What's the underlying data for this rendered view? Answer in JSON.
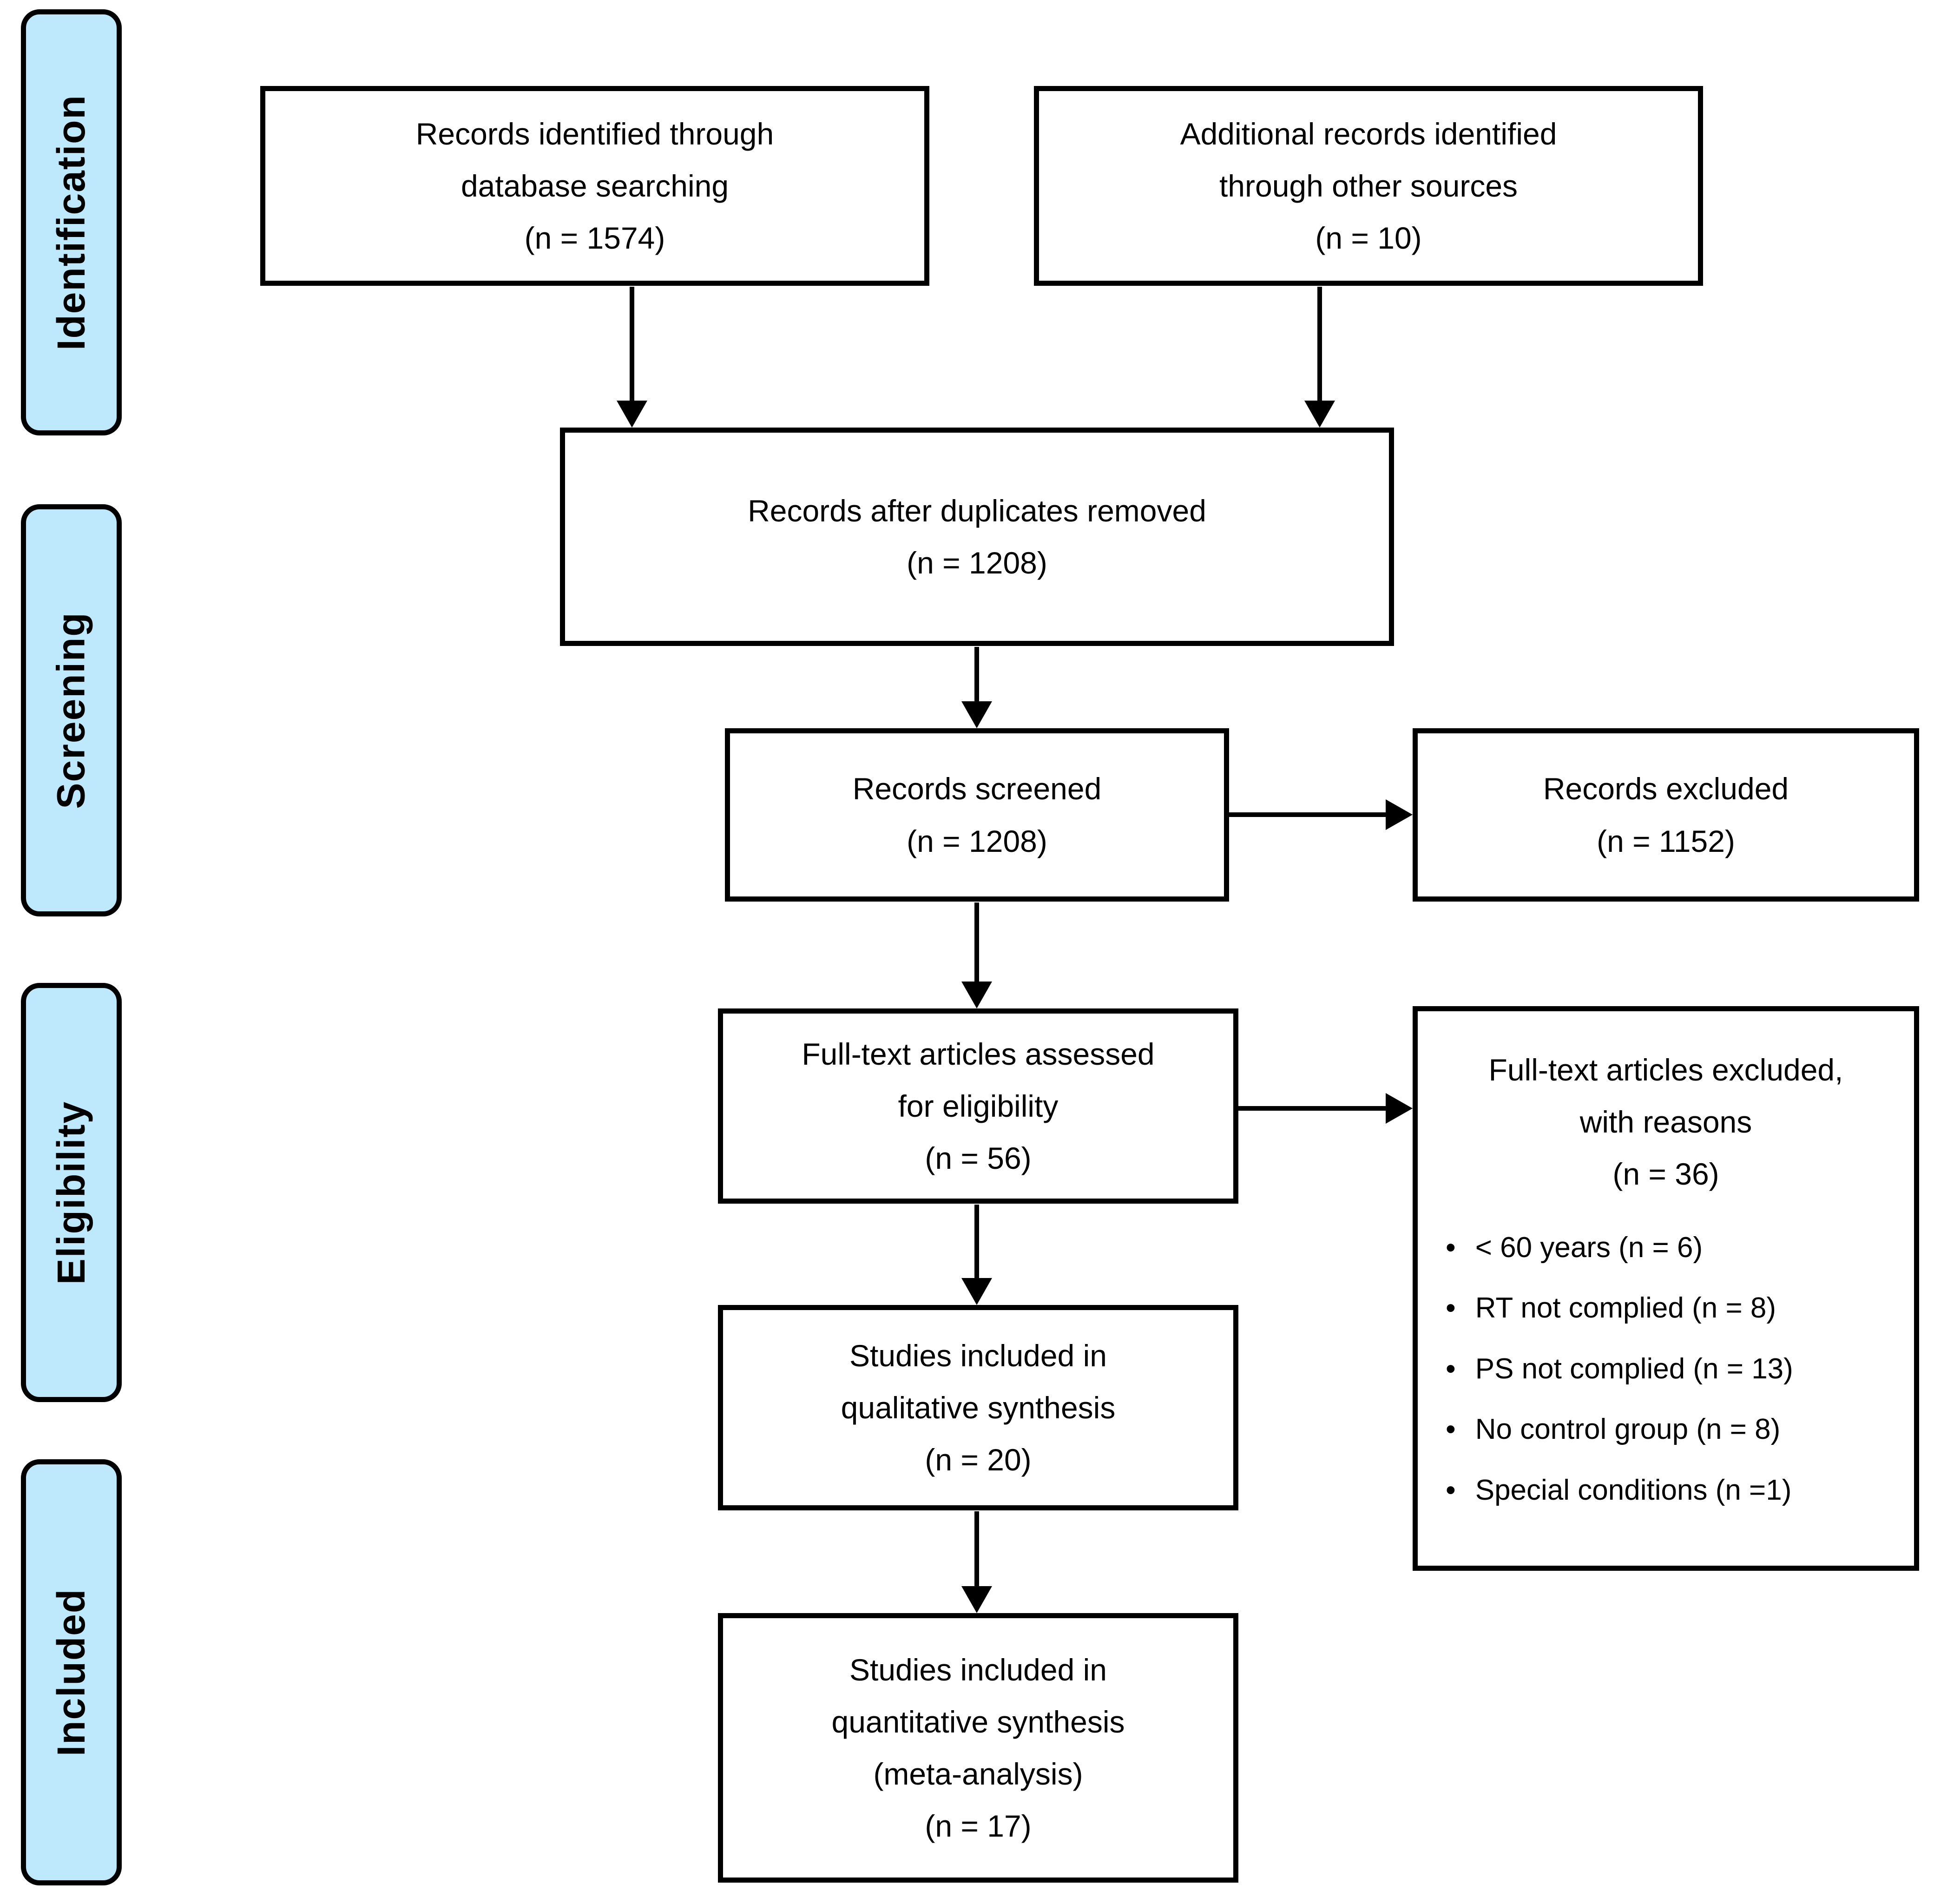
{
  "colors": {
    "stage_fill": "#BEE9FC",
    "line": "#000000",
    "box_fill": "#FFFFFF"
  },
  "stages": [
    {
      "label": "Identification"
    },
    {
      "label": "Screening"
    },
    {
      "label": "Eligibility"
    },
    {
      "label": "Included"
    }
  ],
  "boxes": {
    "records_identified": {
      "lines": [
        "Records identified through",
        "database searching",
        "(n = 1574)"
      ]
    },
    "additional_records": {
      "lines": [
        "Additional records identified",
        "through other sources",
        "(n = 10)"
      ]
    },
    "duplicates_removed": {
      "lines": [
        "Records after duplicates removed",
        "(n = 1208)"
      ]
    },
    "records_screened": {
      "lines": [
        "Records screened",
        "(n = 1208)"
      ]
    },
    "records_excluded": {
      "lines": [
        "Records excluded",
        "(n = 1152)"
      ]
    },
    "fulltext_assessed": {
      "lines": [
        "Full-text articles assessed",
        "for eligibility",
        "(n = 56)"
      ]
    },
    "fulltext_excluded": {
      "lines": [
        "Full-text articles excluded,",
        "with reasons",
        "(n = 36)"
      ],
      "reasons": [
        "< 60 years (n = 6)",
        "RT not complied (n = 8)",
        "PS not complied (n = 13)",
        "No control group (n = 8)",
        "Special conditions (n =1)"
      ]
    },
    "qualitative_synthesis": {
      "lines": [
        "Studies included in",
        "qualitative synthesis",
        "(n = 20)"
      ]
    },
    "quantitative_synthesis": {
      "lines": [
        "Studies included in",
        "quantitative synthesis",
        "(meta-analysis)",
        "(n = 17)"
      ]
    }
  },
  "flow": [
    {
      "from": "records_identified",
      "to": "duplicates_removed"
    },
    {
      "from": "additional_records",
      "to": "duplicates_removed"
    },
    {
      "from": "duplicates_removed",
      "to": "records_screened"
    },
    {
      "from": "records_screened",
      "to": "records_excluded"
    },
    {
      "from": "records_screened",
      "to": "fulltext_assessed"
    },
    {
      "from": "fulltext_assessed",
      "to": "fulltext_excluded"
    },
    {
      "from": "fulltext_assessed",
      "to": "qualitative_synthesis"
    },
    {
      "from": "qualitative_synthesis",
      "to": "quantitative_synthesis"
    }
  ]
}
